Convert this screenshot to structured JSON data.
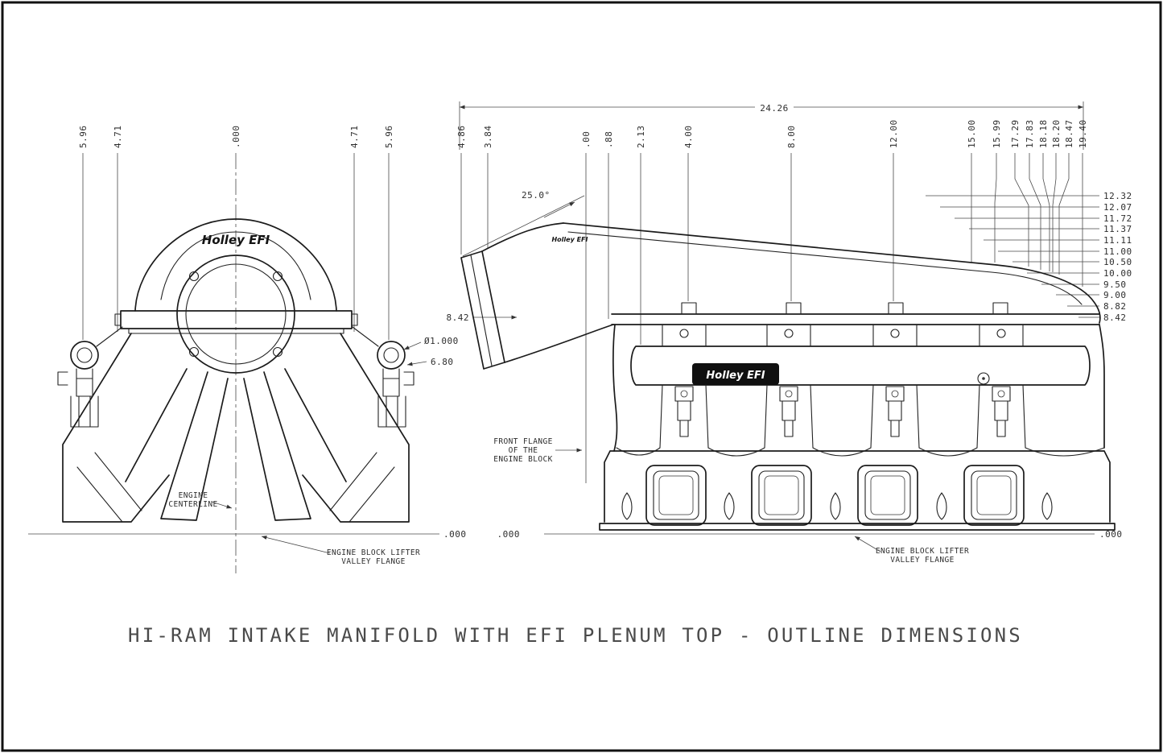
{
  "page": {
    "title": "HI-RAM INTAKE MANIFOLD WITH EFI PLENUM TOP - OUTLINE DIMENSIONS"
  },
  "front_view": {
    "top_dims": [
      "5.96",
      "4.71",
      ".000",
      "4.71",
      "5.96"
    ],
    "labels": {
      "diameter": "Ø1.000",
      "fitting_drop": "6.80",
      "centerline_1": "ENGINE",
      "centerline_2": "CENTERLINE",
      "datum": ".000",
      "lifter_flange_1": "ENGINE BLOCK LIFTER",
      "lifter_flange_2": "VALLEY FLANGE"
    },
    "logo": "Holley EFI"
  },
  "side_view": {
    "overall_width": "24.26",
    "inlet_angle": "25.0°",
    "inlet_height": "8.42",
    "top_dims": [
      "4.86",
      "3.84",
      ".00",
      ".88",
      "2.13",
      "4.00",
      "8.00",
      "12.00",
      "15.00",
      "15.99",
      "17.29",
      "17.83",
      "18.18",
      "18.20",
      "18.47",
      "19.40"
    ],
    "right_dims": [
      "12.32",
      "12.07",
      "11.72",
      "11.37",
      "11.11",
      "11.00",
      "10.50",
      "10.00",
      "9.50",
      "9.00",
      "8.82",
      "8.42"
    ],
    "labels": {
      "front_flange_1": "FRONT FLANGE",
      "front_flange_2": "OF THE",
      "front_flange_3": "ENGINE BLOCK",
      "datum_left": ".000",
      "datum_right": ".000",
      "lifter_flange_1": "ENGINE BLOCK LIFTER",
      "lifter_flange_2": "VALLEY FLANGE"
    },
    "logo": "Holley EFI",
    "logo_small": "Holley EFI"
  }
}
